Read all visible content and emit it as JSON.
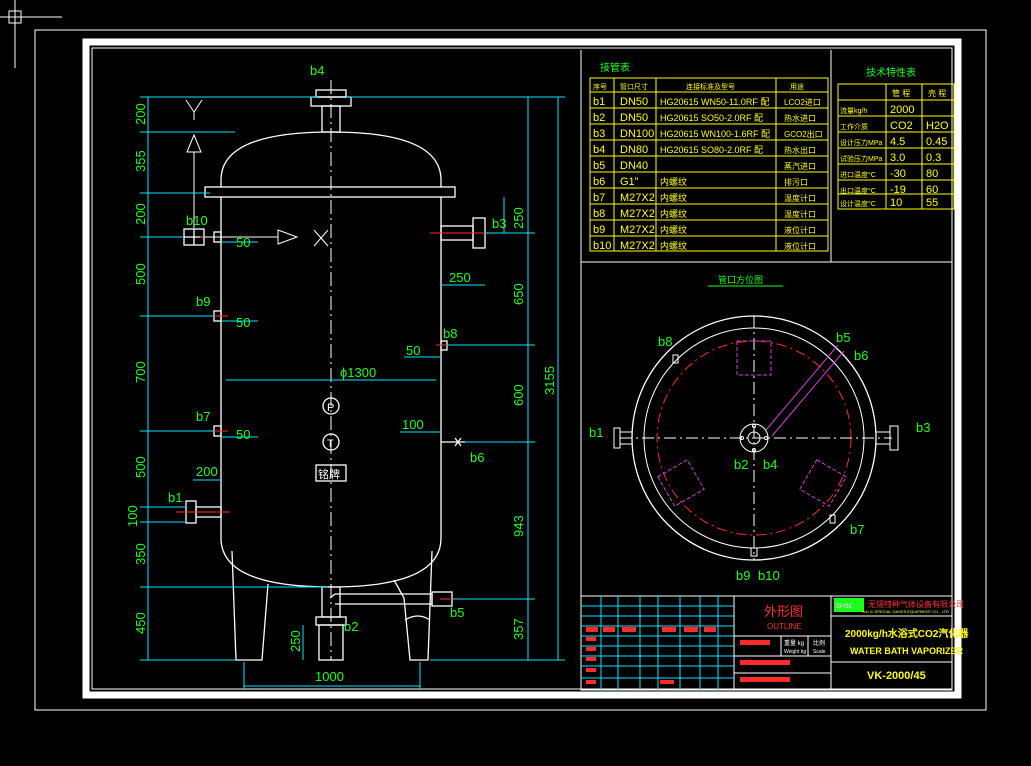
{
  "colors": {
    "background": "#000000",
    "line": "#ffffff",
    "dimension": "#00e5ff",
    "text": "#19ff19",
    "table": "#ffff00",
    "center": "#ff2b2b",
    "hidden": "#d040d0"
  },
  "view_labels": {
    "nozzle_b4": "b4",
    "nozzle_b10": "b10",
    "nozzle_b3": "b3",
    "nozzle_b9": "b9",
    "nozzle_b8": "b8",
    "nozzle_b7": "b7",
    "nozzle_b6": "b6",
    "nozzle_b1": "b1",
    "nozzle_b5": "b5",
    "nozzle_b2": "b2",
    "axis_y": "Y",
    "axis_x": "X",
    "symbol_p": "P",
    "symbol_t": "T",
    "nameplate": "铭牌"
  },
  "dims_left": [
    "200",
    "355",
    "200",
    "500",
    "700",
    "500",
    "100",
    "350",
    "450"
  ],
  "dims_front": {
    "b10_len": "50",
    "b9_len": "50",
    "b7_len": "50",
    "b1_len": "200",
    "b3_h": "250",
    "b3_len": "250",
    "b8_len": "50",
    "b6_len": "100",
    "diameter": "ϕ1300",
    "leg_h": "250",
    "leg_span": "1000"
  },
  "dims_right": [
    "650",
    "600",
    "943",
    "357"
  ],
  "dim_total": "3155",
  "nozzle_table": {
    "title": "接管表",
    "headers": [
      "序号",
      "管口尺寸",
      "连接标准及型号",
      "用途"
    ],
    "rows": [
      [
        "b1",
        "DN50",
        "HG20615 WN50-11.0RF 配",
        "LCO2进口"
      ],
      [
        "b2",
        "DN50",
        "HG20615 SO50-2.0RF 配",
        "热水进口"
      ],
      [
        "b3",
        "DN100",
        "HG20615 WN100-1.6RF 配",
        "GCO2出口"
      ],
      [
        "b4",
        "DN80",
        "HG20615 SO80-2.0RF 配",
        "热水出口"
      ],
      [
        "b5",
        "DN40",
        "",
        "蒸汽进口"
      ],
      [
        "b6",
        "G1\"",
        "内螺纹",
        "排污口"
      ],
      [
        "b7",
        "M27X2",
        "内螺纹",
        "温度计口"
      ],
      [
        "b8",
        "M27X2",
        "内螺纹",
        "温度计口"
      ],
      [
        "b9",
        "M27X2",
        "内螺纹",
        "液位计口"
      ],
      [
        "b10",
        "M27X2",
        "内螺纹",
        "液位计口"
      ]
    ]
  },
  "spec_table": {
    "title": "技术特性表",
    "headers": [
      "",
      "管 程",
      "壳 程"
    ],
    "rows": [
      [
        "流量kg/h",
        "2000",
        ""
      ],
      [
        "工作介质",
        "CO2",
        "H2O"
      ],
      [
        "设计压力MPa",
        "4.5",
        "0.45"
      ],
      [
        "试验压力MPa",
        "3.0",
        "0.3"
      ],
      [
        "进口温度°C",
        "-30",
        "80"
      ],
      [
        "出口温度°C",
        "-19",
        "60"
      ],
      [
        "设计温度°C",
        "10",
        "55"
      ]
    ]
  },
  "plan_view": {
    "title": "管口方位图",
    "labels": [
      "b8",
      "b5",
      "b6",
      "b1",
      "b3",
      "b2",
      "b4",
      "b7",
      "b9",
      "b10"
    ]
  },
  "title_block": {
    "drawing_name_cn": "外形图",
    "drawing_name_en": "OUTLINE",
    "company_cn": "无锡特种气体设备有限公司",
    "company_en": "WU XI SPECIAL GASES EQUIPMENT CO., LTD",
    "product_cn": "2000kg/h水浴式CO2汽化器",
    "product_en": "WATER BATH VAPORIZER",
    "model": "VK-2000/45",
    "weight_label": "重量 kg",
    "scale_label": "比例",
    "weight_label_small": "Weight kg",
    "scale_label_small": "Scale",
    "logo": "SPGE"
  }
}
